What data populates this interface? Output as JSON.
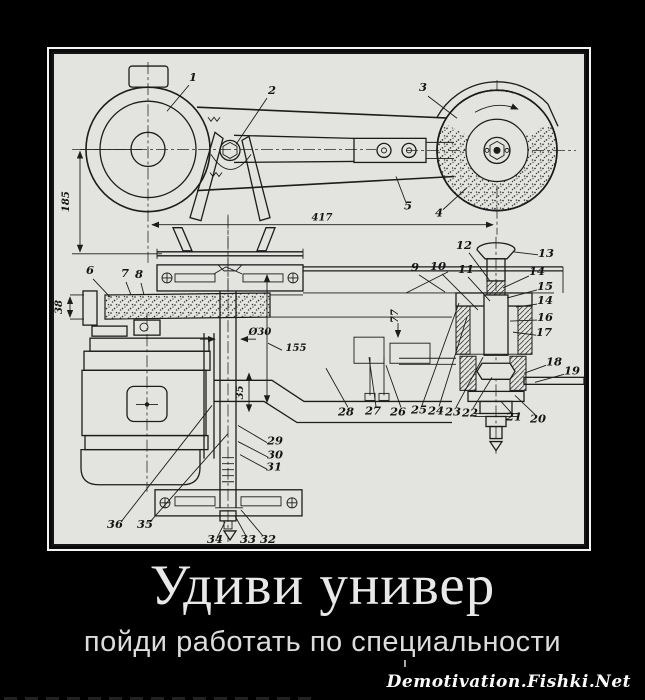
{
  "poster": {
    "title": "Удиви универ",
    "subtitle": "пойди работать по специальности",
    "watermark": "Demotivation.Fishki.Net"
  },
  "drawing": {
    "description": "scanned engineering assembly drawing of an abrasive cut-off grinding machine, top view and sectioned front view",
    "callouts": {
      "n1": "1",
      "n2": "2",
      "n3": "3",
      "n4": "4",
      "n5": "5",
      "n6": "6",
      "n7": "7",
      "n8": "8",
      "n9": "9",
      "n10": "10",
      "n11": "11",
      "n12": "12",
      "n13": "13",
      "n14": "14",
      "n15": "15",
      "n14b": "14",
      "n16": "16",
      "n17": "17",
      "n18": "18",
      "n19": "19",
      "n20": "20",
      "n21": "21",
      "n22": "22",
      "n23": "23",
      "n24": "24",
      "n25": "25",
      "n26": "26",
      "n27": "27",
      "n28": "28",
      "n29": "29",
      "n30": "30",
      "n31": "31",
      "n32": "32",
      "n33": "33",
      "n34": "34",
      "n35": "35",
      "n36": "36"
    },
    "dimensions": {
      "height_185": "185",
      "length_417": "417",
      "width_38": "38",
      "diameter_30": "Ø30",
      "length_155": "155",
      "length_35": "35",
      "length_77": "77"
    }
  },
  "colors": {
    "background": "#000000",
    "frame": "#f5f5f5",
    "paper": "#e3e3df",
    "ink": "#1c1c1c",
    "title_text": "#e8e8e8",
    "subtitle_text": "#dcdcdc",
    "watermark_text": "#fafafa"
  }
}
